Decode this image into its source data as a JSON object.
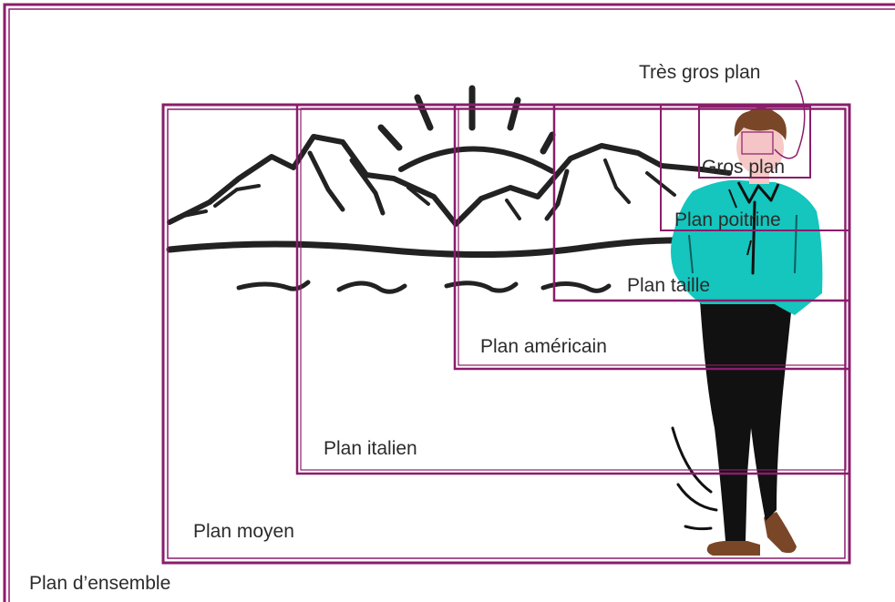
{
  "diagram": {
    "frame_color": "#8a1d6b",
    "ink_color": "#222222",
    "shirt_color": "#14c6be",
    "pants_color": "#111111",
    "skin_color": "#f6c9c6",
    "hair_color": "#7a4628",
    "shoe_color": "#7a4628",
    "shots": [
      {
        "key": "ensemble",
        "label": "Plan d’ensemble"
      },
      {
        "key": "moyen",
        "label": "Plan moyen"
      },
      {
        "key": "italien",
        "label": "Plan italien"
      },
      {
        "key": "americain",
        "label": "Plan américain"
      },
      {
        "key": "taille",
        "label": "Plan taille"
      },
      {
        "key": "poitrine",
        "label": "Plan poitrine"
      },
      {
        "key": "gros",
        "label": "Gros plan"
      },
      {
        "key": "tres-gros",
        "label": "Très gros plan"
      }
    ]
  }
}
